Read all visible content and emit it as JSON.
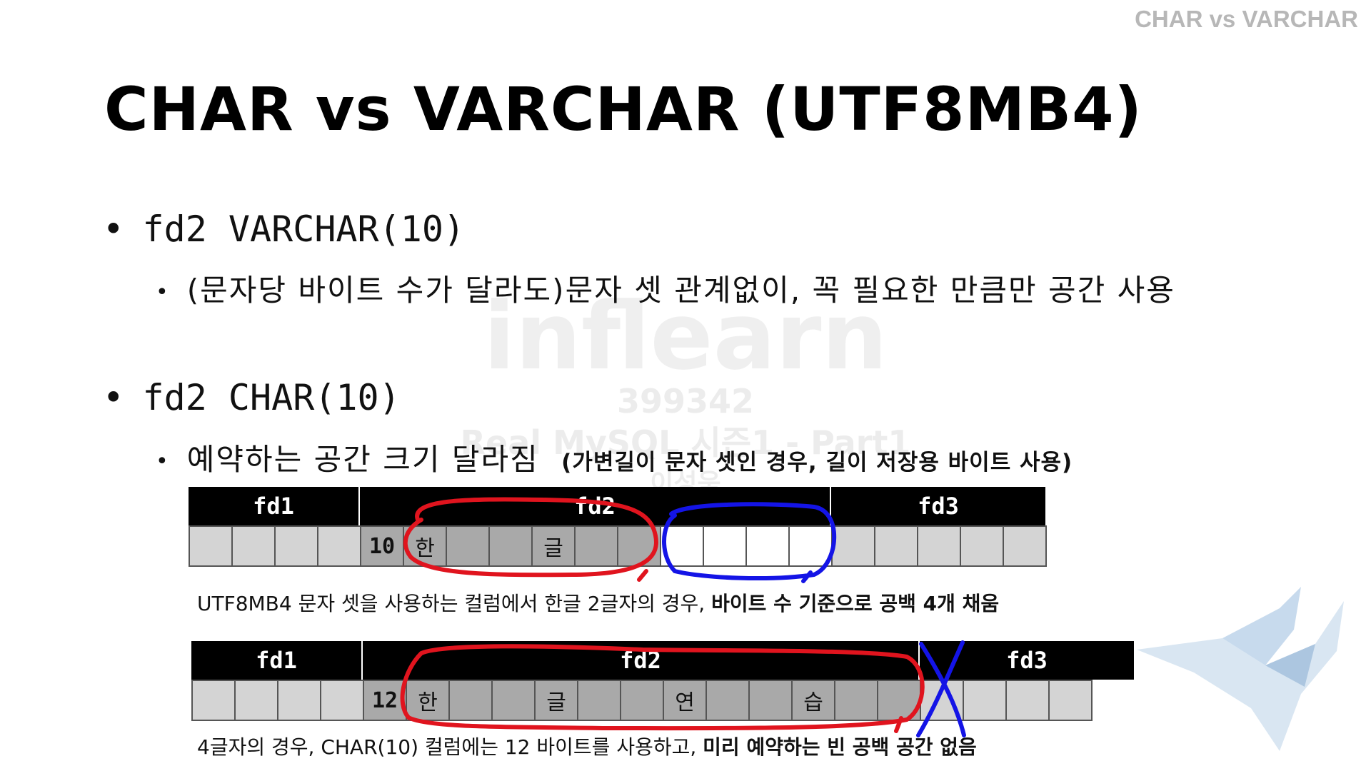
{
  "corner_title": "CHAR vs VARCHAR",
  "title": "CHAR vs VARCHAR (UTF8MB4)",
  "bullets": [
    {
      "text": "fd2 VARCHAR(10)",
      "sub": "(문자당 바이트 수가 달라도)문자 셋 관계없이, 꼭 필요한 만큼만 공간 사용"
    },
    {
      "text": "fd2 CHAR(10)",
      "sub": "예약하는 공간 크기 달라짐",
      "sub_note": "(가변길이 문자 셋인 경우, 길이 저장용 바이트 사용)"
    }
  ],
  "watermark": {
    "brand": "inflearn",
    "id": "399342",
    "course": "Real MySQL 시즌1 - Part1",
    "author": "이성욱"
  },
  "diagram1": {
    "headers": [
      "fd1",
      "fd2",
      "fd3"
    ],
    "cells": [
      "",
      "",
      "",
      "",
      "10",
      "한",
      "",
      "",
      "글",
      "",
      "",
      "",
      "",
      "",
      "",
      "",
      "",
      "",
      "",
      ""
    ],
    "caption_plain": "UTF8MB4 문자 셋을 사용하는 컬럼에서 한글 2글자의 경우, ",
    "caption_bold": "바이트 수 기준으로 공백 4개 채움"
  },
  "diagram2": {
    "headers": [
      "fd1",
      "fd2",
      "fd3"
    ],
    "cells": [
      "",
      "",
      "",
      "",
      "12",
      "한",
      "",
      "",
      "글",
      "",
      "",
      "연",
      "",
      "",
      "습",
      "",
      "",
      "",
      "",
      "",
      ""
    ],
    "caption_plain": "4글자의 경우, CHAR(10) 컬럼에는 12 바이트를 사용하고, ",
    "caption_bold": "미리 예약하는 빈 공백 공간 없음"
  },
  "colors": {
    "red_mark": "#e0141e",
    "blue_mark": "#1414e6",
    "cell_light": "#d4d4d4",
    "cell_dark": "#a9a9a9"
  }
}
